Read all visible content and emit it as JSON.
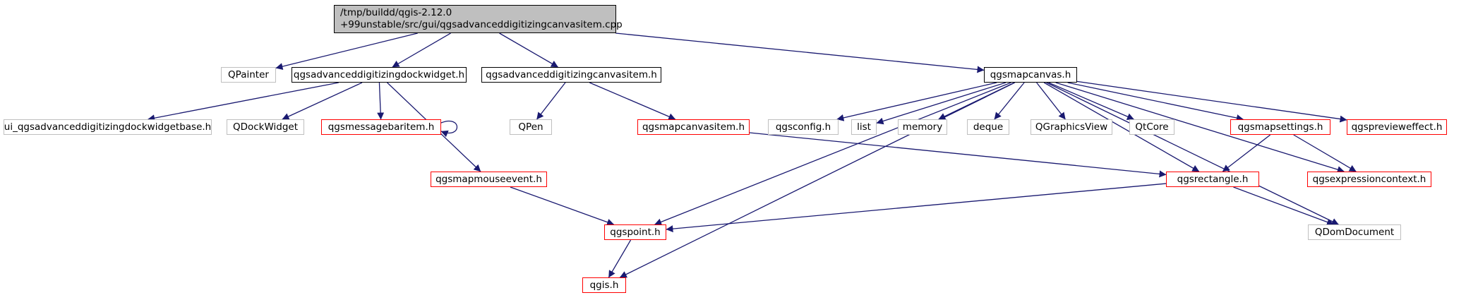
{
  "colors": {
    "edge": "#191970",
    "root_fill": "#bfbfbf",
    "normal_border": "#000000",
    "truncated_border": "#ff0000",
    "leaf_border": "#bfbfbf"
  },
  "nodes": [
    {
      "id": "root",
      "lines": [
        "/tmp/buildd/qgis-2.12.0",
        "+99unstable/src/gui/qgsadvanceddigitizingcanvasitem.cpp"
      ],
      "kind": "root"
    },
    {
      "id": "qpainter",
      "label": "QPainter",
      "kind": "leaf"
    },
    {
      "id": "dockwidget",
      "label": "qgsadvanceddigitizingdockwidget.h",
      "kind": "normal"
    },
    {
      "id": "canvasitem_h",
      "label": "qgsadvanceddigitizingcanvasitem.h",
      "kind": "normal"
    },
    {
      "id": "mapcanvas",
      "label": "qgsmapcanvas.h",
      "kind": "normal"
    },
    {
      "id": "ui_base",
      "label": "ui_qgsadvanceddigitizingdockwidgetbase.h",
      "kind": "leaf"
    },
    {
      "id": "qdockwidget",
      "label": "QDockWidget",
      "kind": "leaf"
    },
    {
      "id": "messagebaritem",
      "label": "qgsmessagebaritem.h",
      "kind": "truncated"
    },
    {
      "id": "qpen",
      "label": "QPen",
      "kind": "leaf"
    },
    {
      "id": "mapcanvasitem",
      "label": "qgsmapcanvasitem.h",
      "kind": "truncated"
    },
    {
      "id": "qgsconfig",
      "label": "qgsconfig.h",
      "kind": "leaf"
    },
    {
      "id": "list",
      "label": "list",
      "kind": "leaf"
    },
    {
      "id": "memory",
      "label": "memory",
      "kind": "leaf"
    },
    {
      "id": "deque",
      "label": "deque",
      "kind": "leaf"
    },
    {
      "id": "qgraphicsview",
      "label": "QGraphicsView",
      "kind": "leaf"
    },
    {
      "id": "qtcore",
      "label": "QtCore",
      "kind": "leaf"
    },
    {
      "id": "mapsettings",
      "label": "qgsmapsettings.h",
      "kind": "truncated"
    },
    {
      "id": "previeweffect",
      "label": "qgspreviewеffect.h",
      "kind": "truncated"
    },
    {
      "id": "mapmouseevent",
      "label": "qgsmapmouseevent.h",
      "kind": "truncated"
    },
    {
      "id": "rectangle",
      "label": "qgsrectangle.h",
      "kind": "truncated"
    },
    {
      "id": "exprcontext",
      "label": "qgsexpressioncontext.h",
      "kind": "truncated"
    },
    {
      "id": "point",
      "label": "qgspoint.h",
      "kind": "truncated"
    },
    {
      "id": "qdomdocument",
      "label": "QDomDocument",
      "kind": "leaf"
    },
    {
      "id": "qgis",
      "label": "qgis.h",
      "kind": "truncated"
    }
  ],
  "edges": [
    [
      "root",
      "qpainter"
    ],
    [
      "root",
      "dockwidget"
    ],
    [
      "root",
      "canvasitem_h"
    ],
    [
      "root",
      "mapcanvas"
    ],
    [
      "dockwidget",
      "ui_base"
    ],
    [
      "dockwidget",
      "qdockwidget"
    ],
    [
      "dockwidget",
      "messagebaritem"
    ],
    [
      "dockwidget",
      "mapmouseevent"
    ],
    [
      "messagebaritem",
      "messagebaritem"
    ],
    [
      "canvasitem_h",
      "qpen"
    ],
    [
      "canvasitem_h",
      "mapcanvasitem"
    ],
    [
      "mapcanvasitem",
      "rectangle"
    ],
    [
      "mapcanvas",
      "qgsconfig"
    ],
    [
      "mapcanvas",
      "list"
    ],
    [
      "mapcanvas",
      "memory"
    ],
    [
      "mapcanvas",
      "deque"
    ],
    [
      "mapcanvas",
      "qgraphicsview"
    ],
    [
      "mapcanvas",
      "qtcore"
    ],
    [
      "mapcanvas",
      "mapsettings"
    ],
    [
      "mapcanvas",
      "previeweffect"
    ],
    [
      "mapcanvas",
      "exprcontext"
    ],
    [
      "mapcanvas",
      "qdomdocument"
    ],
    [
      "mapcanvas",
      "rectangle"
    ],
    [
      "mapcanvas",
      "point"
    ],
    [
      "mapcanvas",
      "qgis"
    ],
    [
      "mapsettings",
      "rectangle"
    ],
    [
      "mapsettings",
      "exprcontext"
    ],
    [
      "rectangle",
      "point"
    ],
    [
      "rectangle",
      "qdomdocument"
    ],
    [
      "mapmouseevent",
      "point"
    ],
    [
      "point",
      "qgis"
    ]
  ]
}
